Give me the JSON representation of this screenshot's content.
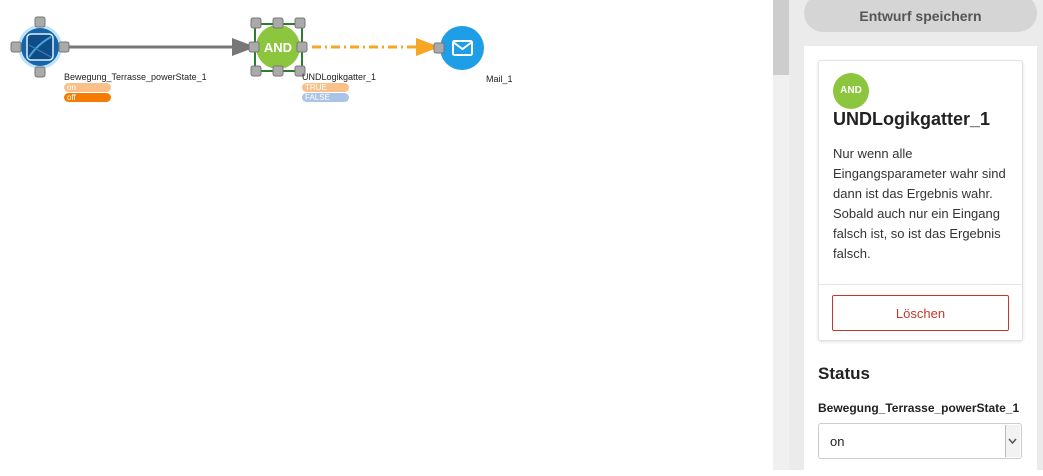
{
  "canvas": {
    "nodes": {
      "sensor": {
        "name": "Bewegung_Terrasse_powerState_1",
        "outputs": [
          "on",
          "off"
        ]
      },
      "logic": {
        "badge": "AND",
        "name": "UNDLogikgatter_1",
        "outputs": [
          "TRUE",
          "FALSE"
        ]
      },
      "mail": {
        "name": "Mail_1"
      }
    },
    "colors": {
      "on_output": "#f9c08a",
      "off_output": "#f57c00",
      "true_output": "#f9c08a",
      "false_output": "#a9c4e4",
      "logic_green": "#8cc63f",
      "selection_green": "#2e7d32",
      "mail_blue": "#1e9ee6",
      "sensor_blue": "#1565a8",
      "connector_grey": "#777777",
      "active_connection": "#f5a623"
    }
  },
  "sidebar": {
    "save_label": "Entwurf speichern",
    "card": {
      "badge": "AND",
      "title": "UNDLogikgatter_1",
      "description": "Nur wenn alle Eingangsparameter wahr sind dann ist das Ergebnis wahr. Sobald auch nur ein Eingang falsch ist, so ist das Ergebnis falsch.",
      "delete_label": "Löschen"
    },
    "status": {
      "heading": "Status",
      "field_label": "Bewegung_Terrasse_powerState_1",
      "selected_value": "on"
    }
  }
}
